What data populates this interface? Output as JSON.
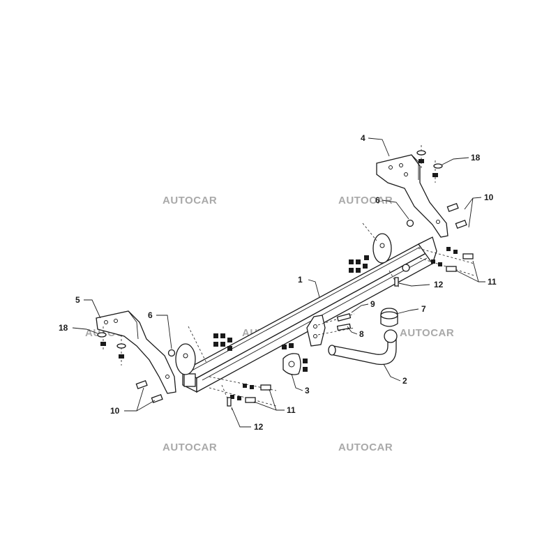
{
  "watermark": "AUTOCAR",
  "callouts": {
    "c1": "1",
    "c2": "2",
    "c3": "3",
    "c4": "4",
    "c5": "5",
    "c6a": "6",
    "c6b": "6",
    "c7": "7",
    "c8": "8",
    "c9": "9",
    "c10a": "10",
    "c10b": "10",
    "c11a": "11",
    "c11b": "11",
    "c12a": "12",
    "c12b": "12",
    "c18a": "18",
    "c18b": "18"
  },
  "colors": {
    "line": "#1a1a1a",
    "watermark": "#a9a9a9"
  }
}
